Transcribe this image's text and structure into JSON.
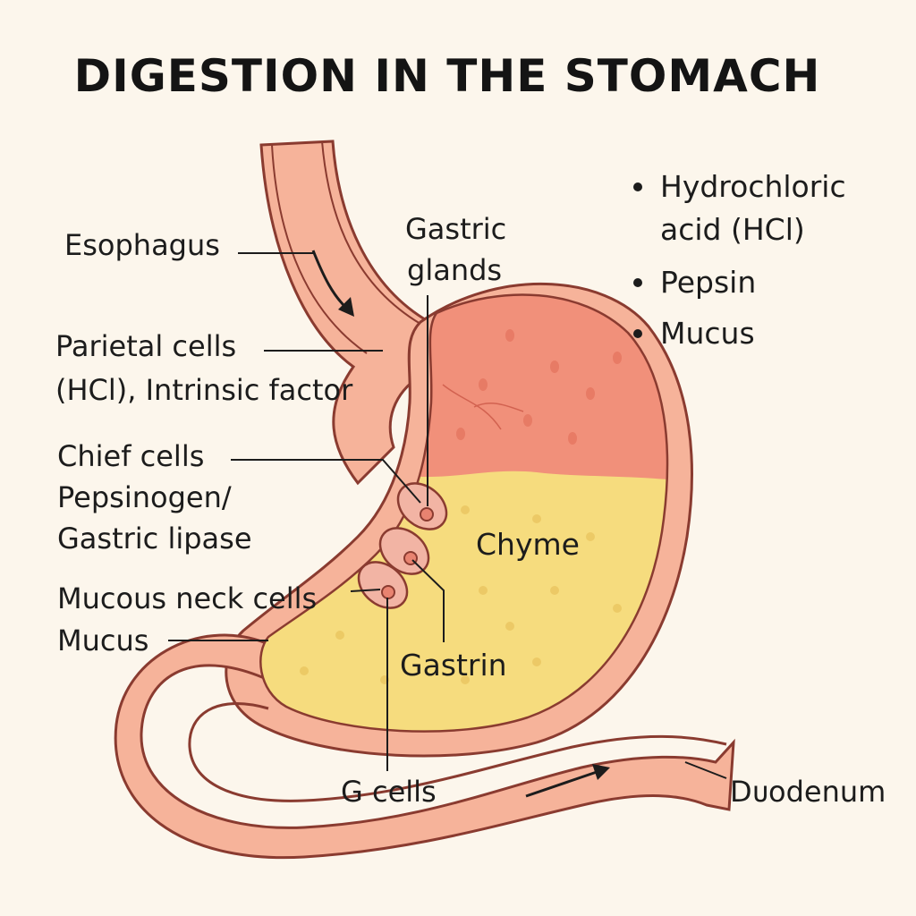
{
  "title": "DIGESTION IN THE STOMACH",
  "labels": {
    "esophagus": "Esophagus",
    "parietal_line1": "Parietal cells",
    "parietal_line2": "(HCl), Intrinsic factor",
    "chief_line1": "Chief cells",
    "chief_line2": "Pepsinogen/",
    "chief_line3": "Gastric lipase",
    "mucous_line1": "Mucous neck cells",
    "mucous_line2": "Mucus",
    "gastric_glands_line1": "Gastric",
    "gastric_glands_line2": "glands",
    "chyme": "Chyme",
    "gastrin": "Gastrin",
    "g_cells": "G cells",
    "duodenum": "Dᴜodenum"
  },
  "secretions": {
    "items": [
      {
        "line1": "Hydrochloric",
        "line2": "acid (HCl)"
      },
      {
        "line1": "Pepsin"
      },
      {
        "line1": "Mucus"
      }
    ]
  },
  "colors": {
    "background": "#fcf6ec",
    "tube_fill": "#f6b39a",
    "tube_outline": "#8a3b30",
    "stomach_upper": "#f1907a",
    "chyme": "#f6dc7e",
    "gland_cell": "#f2b4a4",
    "text": "#1c1c1c"
  }
}
